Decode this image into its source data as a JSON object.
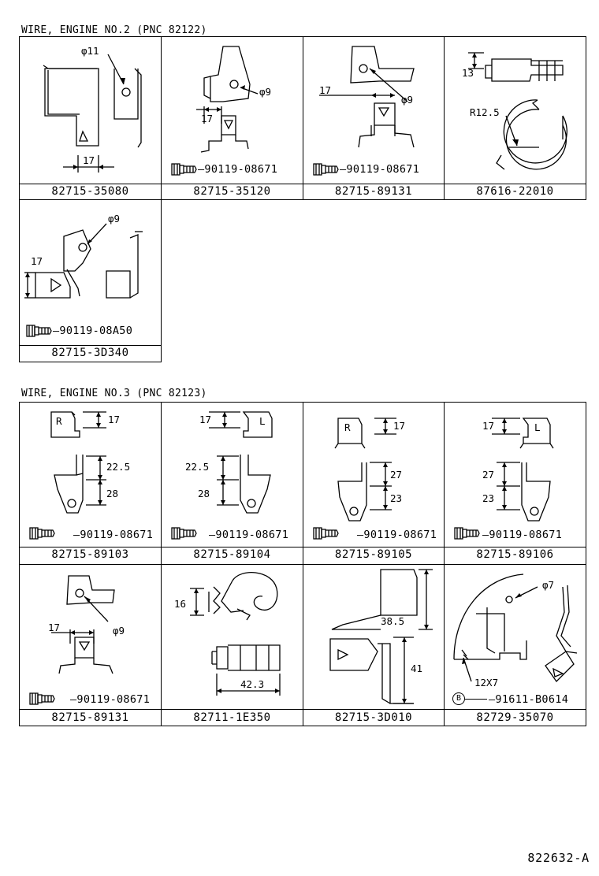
{
  "sections": [
    {
      "heading": "WIRE, ENGINE NO.2 (PNC 82122)",
      "cells": [
        {
          "part_no": "82715-35080",
          "dims": [
            "φ11",
            "17"
          ],
          "fastener": ""
        },
        {
          "part_no": "82715-35120",
          "dims": [
            "φ9",
            "17"
          ],
          "fastener": "90119-08671"
        },
        {
          "part_no": "82715-89131",
          "dims": [
            "17",
            "φ9"
          ],
          "fastener": "90119-08671"
        },
        {
          "part_no": "87616-22010",
          "dims": [
            "13",
            "R12.5"
          ],
          "fastener": ""
        },
        {
          "part_no": "82715-3D340",
          "dims": [
            "φ9",
            "17"
          ],
          "fastener": "90119-08A50"
        }
      ]
    },
    {
      "heading": "WIRE, ENGINE NO.3 (PNC 82123)",
      "cells": [
        {
          "part_no": "82715-89103",
          "dims": [
            "R",
            "17",
            "22.5",
            "28"
          ],
          "fastener": "90119-08671"
        },
        {
          "part_no": "82715-89104",
          "dims": [
            "17",
            "L",
            "22.5",
            "28"
          ],
          "fastener": "90119-08671"
        },
        {
          "part_no": "82715-89105",
          "dims": [
            "R",
            "17",
            "27",
            "23"
          ],
          "fastener": "90119-08671"
        },
        {
          "part_no": "82715-89106",
          "dims": [
            "17",
            "L",
            "27",
            "23"
          ],
          "fastener": "90119-08671"
        },
        {
          "part_no": "82715-89131",
          "dims": [
            "17",
            "φ9"
          ],
          "fastener": "90119-08671"
        },
        {
          "part_no": "82711-1E350",
          "dims": [
            "16",
            "42.3"
          ],
          "fastener": ""
        },
        {
          "part_no": "82715-3D010",
          "dims": [
            "38.5",
            "41"
          ],
          "fastener": ""
        },
        {
          "part_no": "82729-35070",
          "dims": [
            "φ7",
            "12X7"
          ],
          "fastener": "91611-B0614",
          "fastener_badge": "B"
        }
      ]
    }
  ],
  "reference": "822632-A",
  "icons": [
    "bolt-icon"
  ]
}
